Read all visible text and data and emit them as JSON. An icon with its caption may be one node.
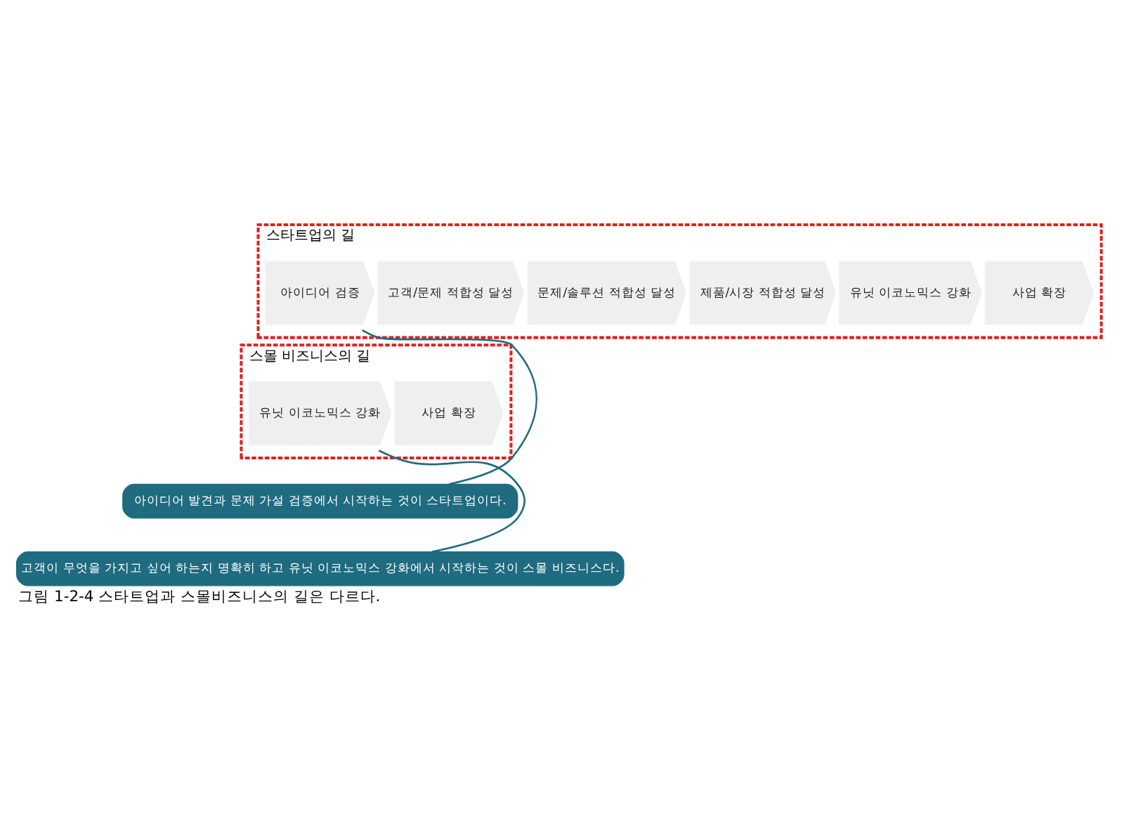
{
  "diagram": {
    "caption": "그림 1-2-4 스타트업과 스몰비즈니스의 길은 다르다.",
    "nodes": [
      {
        "text": [
          "스타트업의 길"
        ]
      },
      {
        "text": [
          "아이디어 검증"
        ],
        "in": 0
      },
      {
        "text": [
          "고객/문제 적합성 달성"
        ],
        "in": 0
      },
      {
        "text": [
          "문제/솔루션 적합성 달성"
        ],
        "in": 0
      },
      {
        "text": [
          "제품/시장 적합성 달성"
        ],
        "in": 0
      },
      {
        "text": [
          "유닛 이코노믹스 강화"
        ],
        "in": 0
      },
      {
        "text": [
          "사업 확장"
        ],
        "in": 0
      },
      {
        "text": [
          "스몰 비즈니스의 길"
        ]
      },
      {
        "text": [
          "유닛 이코노믹스 강화"
        ],
        "in": 7
      },
      {
        "text": [
          "사업 확장"
        ],
        "in": 7
      },
      {
        "text": [
          "아이디어 발견과 문제 가설 검증에서 시작하는 것이 스타트업이다."
        ]
      },
      {
        "text": [
          "고객이 무엇을 가지고 싶어 하는지 명확히 하고 유닛 이코노믹스 강화에서 시작하는 것이 스몰 비즈니스다."
        ]
      }
    ],
    "edges": [
      {
        "from": 10,
        "to": 1,
        "arrow": "none"
      },
      {
        "from": 11,
        "to": 8,
        "arrow": "none"
      }
    ]
  }
}
